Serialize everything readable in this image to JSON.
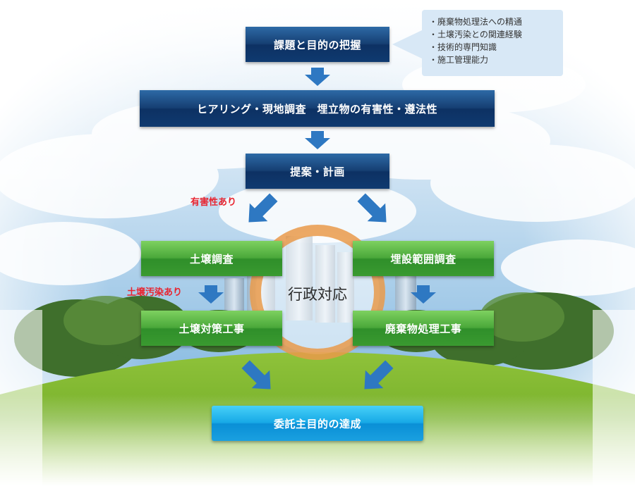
{
  "colors": {
    "navy": "#123e72",
    "green": "#3f9e34",
    "cyan": "#1aa4e4",
    "arrow": "#2e78c2",
    "ring": "#e99a4a",
    "note_red": "#e8242f",
    "callout_bg": "#d8e8f6"
  },
  "boxes": {
    "task": "課題と目的の把握",
    "hearing": "ヒアリング・現地調査　埋立物の有害性・遵法性",
    "proposal": "提案・計画",
    "soil_survey": "土壌調査",
    "buried_survey": "埋設範囲調査",
    "soil_works": "土壌対策工事",
    "waste_works": "廃棄物処理工事",
    "goal": "委託主目的の達成"
  },
  "callout": {
    "items": [
      "廃棄物処理法への精通",
      "土壌汚染との関連経験",
      "技術的専門知識",
      "施工管理能力"
    ]
  },
  "center_label": "行政対応",
  "notes": {
    "hazardous": "有害性あり",
    "contaminated": "土壌汚染あり"
  }
}
